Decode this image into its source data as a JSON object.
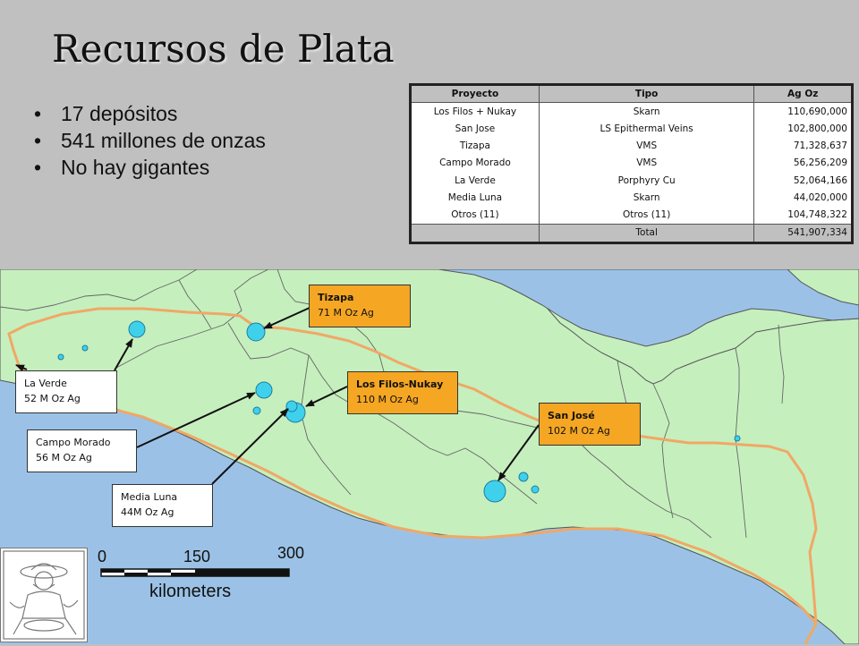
{
  "slide": {
    "title": "Recursos de Plata",
    "bullets": [
      "17 depósitos",
      "541 millones de onzas",
      "No hay gigantes"
    ]
  },
  "resources_table": {
    "headers": [
      "Proyecto",
      "Tipo",
      "Ag Oz"
    ],
    "rows": [
      [
        "Los Filos + Nukay",
        "Skarn",
        "110,690,000"
      ],
      [
        "San Jose",
        "LS Epithermal Veins",
        "102,800,000"
      ],
      [
        "Tizapa",
        "VMS",
        "71,328,637"
      ],
      [
        "Campo Morado",
        "VMS",
        "56,256,209"
      ],
      [
        "La Verde",
        "Porphyry Cu",
        "52,064,166"
      ],
      [
        "Media Luna",
        "Skarn",
        "44,020,000"
      ],
      [
        "Otros (11)",
        "Otros (11)",
        "104,748,322"
      ]
    ],
    "total_label": "Total",
    "total_value": "541,907,334"
  },
  "map": {
    "callouts": {
      "tizapa": {
        "name": "Tizapa",
        "amount": "71 M Oz Ag"
      },
      "los_filos": {
        "name": "Los Filos-Nukay",
        "amount": "110 M Oz Ag"
      },
      "san_jose": {
        "name": "San José",
        "amount": "102 M Oz Ag"
      },
      "la_verde": {
        "name": "La Verde",
        "amount": "52 M Oz Ag"
      },
      "campo_morado": {
        "name": "Campo Morado",
        "amount": "56 M Oz Ag"
      },
      "media_luna": {
        "name": "Media Luna",
        "amount": "44M Oz Ag"
      }
    },
    "scale": {
      "label_0": "0",
      "label_150": "150",
      "label_300": "300",
      "unit": "kilometers"
    },
    "colors": {
      "land": "#c6efbe",
      "ocean": "#9bc2e6",
      "deposit": "#3fd0ec",
      "belt_outline": "#f0a866",
      "callout_highlight": "#f5a623"
    },
    "icon": "prospector-portrait-icon"
  }
}
